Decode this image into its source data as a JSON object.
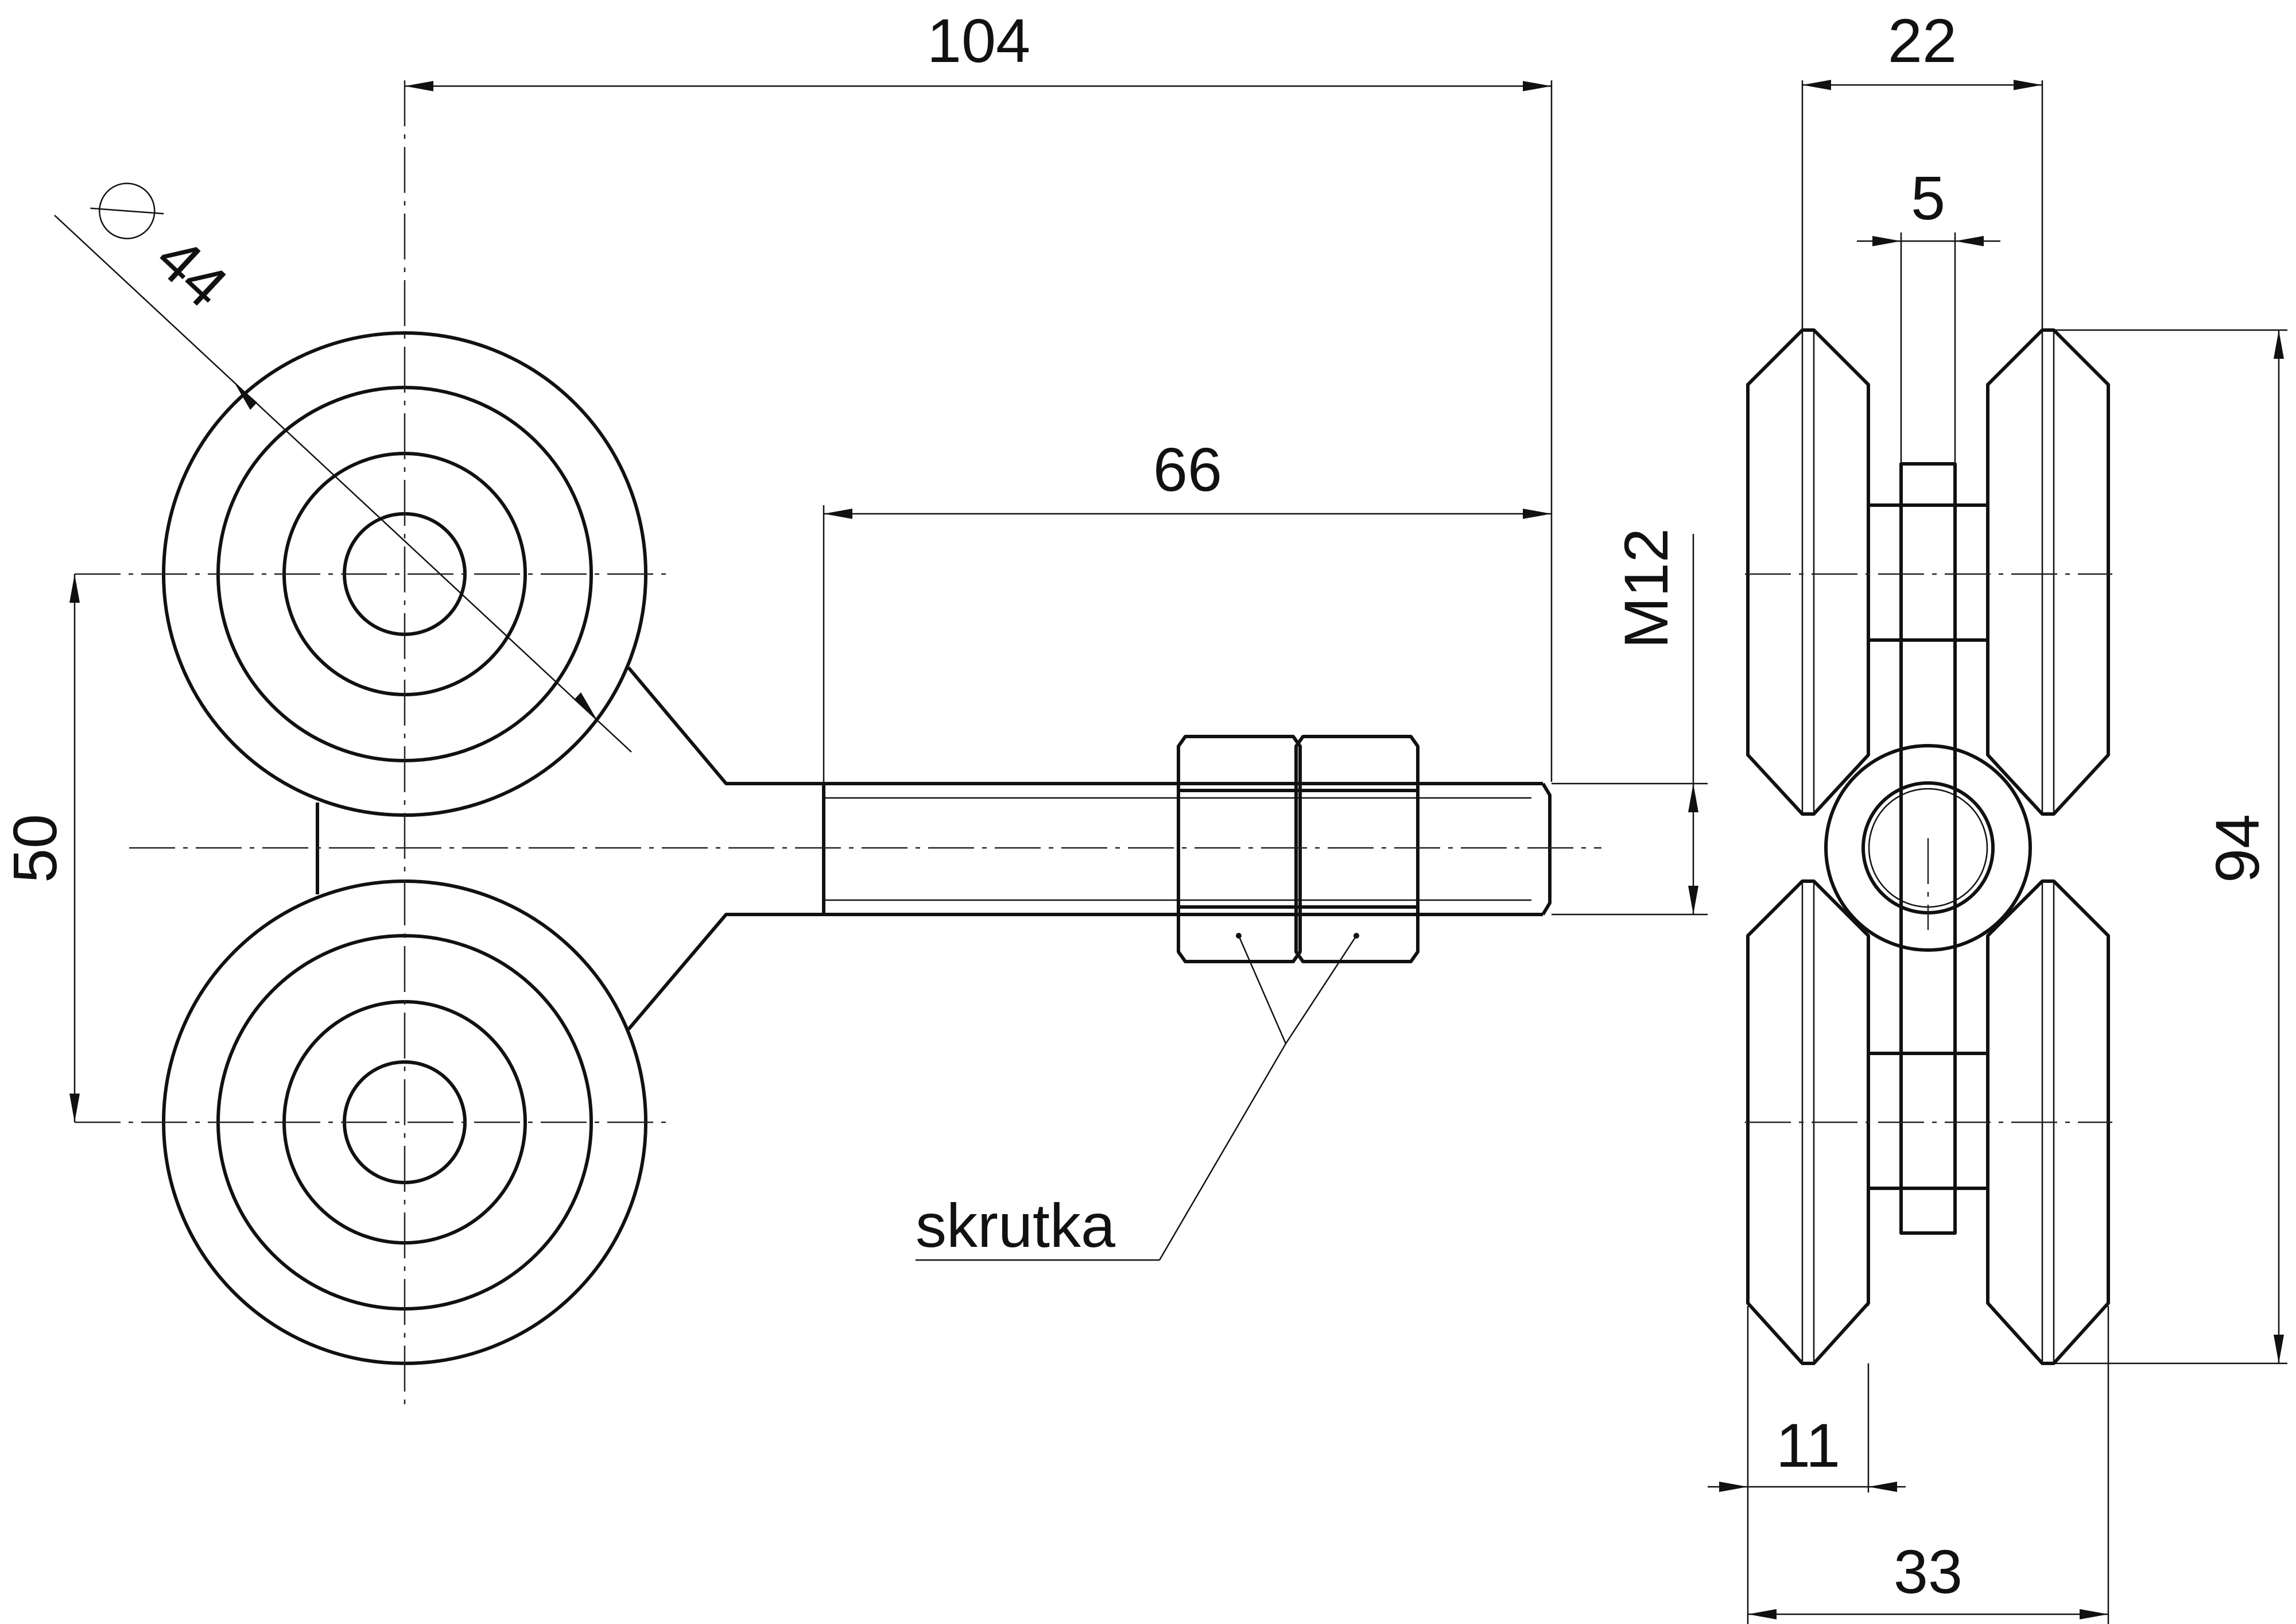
{
  "dimensions": {
    "length_overall": "104",
    "diameter_symbol": "⌀",
    "wheel_diameter": "44",
    "thread_length": "66",
    "thread_size": "M12",
    "wheel_spacing": "50",
    "assembly_width": "22",
    "plate_thickness": "5",
    "overall_height": "94",
    "wheel_width": "11",
    "overall_width": "33"
  },
  "labels": {
    "callout": "skrutka"
  }
}
